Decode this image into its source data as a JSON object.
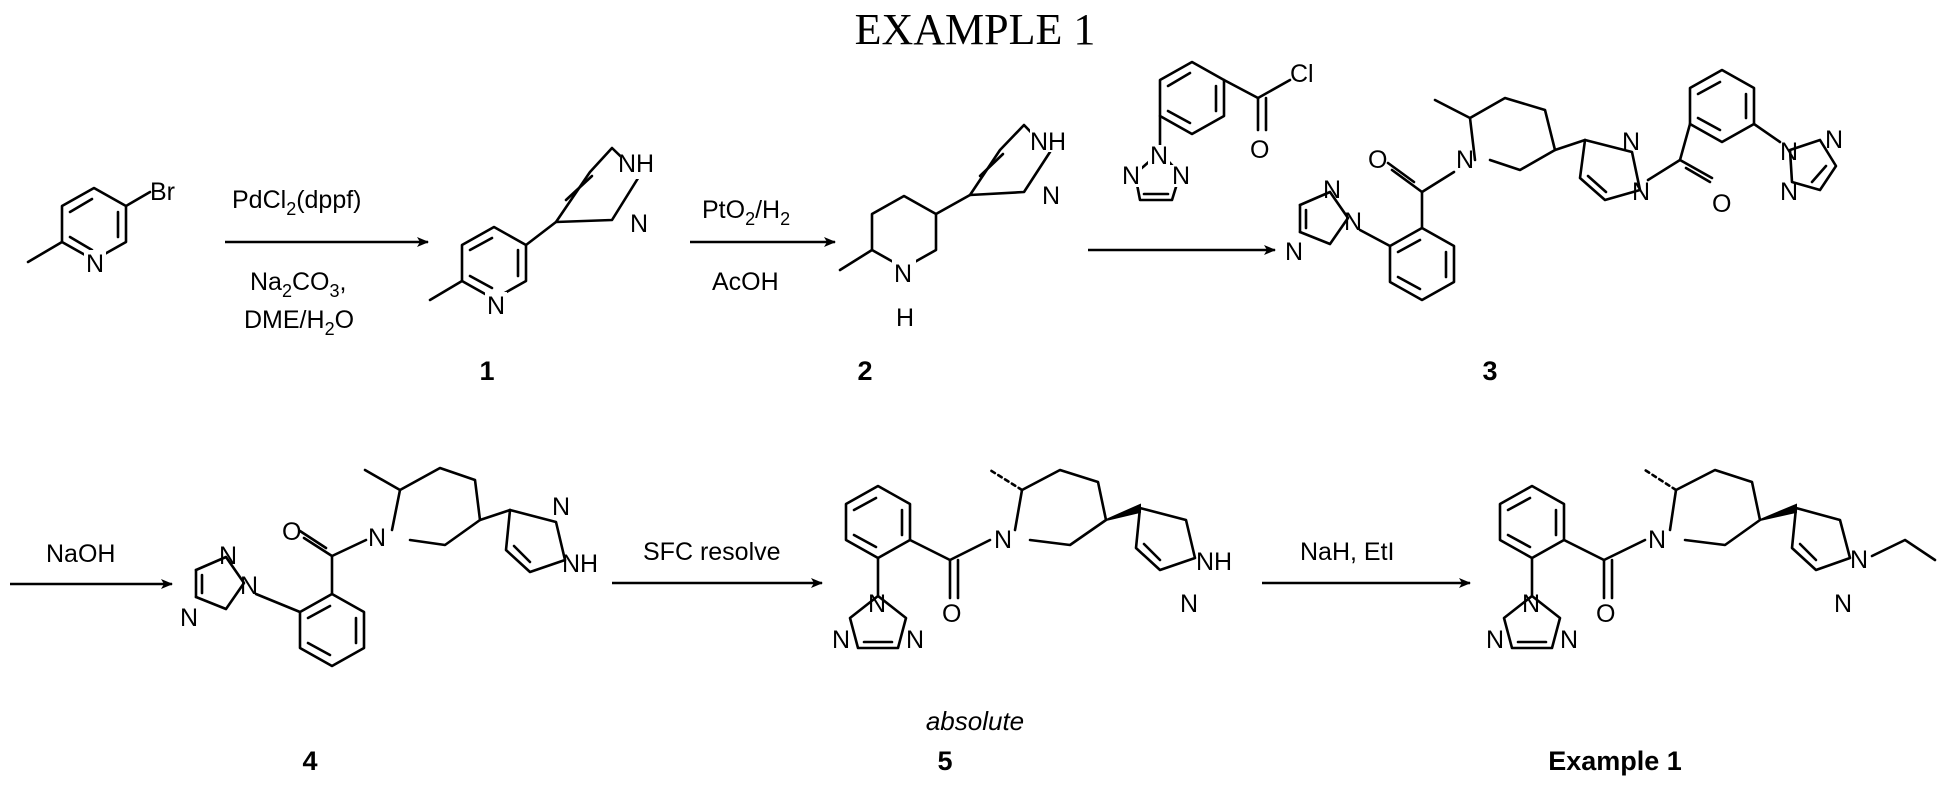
{
  "title": "EXAMPLE 1",
  "reagents": {
    "step1_top": "PdCl2(dppf)",
    "step1_bottom_1": "Na2CO3,",
    "step1_bottom_2": "DME/H2O",
    "step2_top": "PtO2/H2",
    "step2_bottom": "AcOH",
    "step4": "NaOH",
    "step5": "SFC resolve",
    "step6": "NaH, EtI"
  },
  "compounds": [
    "1",
    "2",
    "3",
    "4",
    "5",
    "Example 1"
  ],
  "note_absolute": "absolute",
  "atoms": {
    "Br": "Br",
    "N": "N",
    "NH": "NH",
    "H": "H",
    "O": "O",
    "Cl": "Cl",
    "nh_rev": "N-H"
  }
}
